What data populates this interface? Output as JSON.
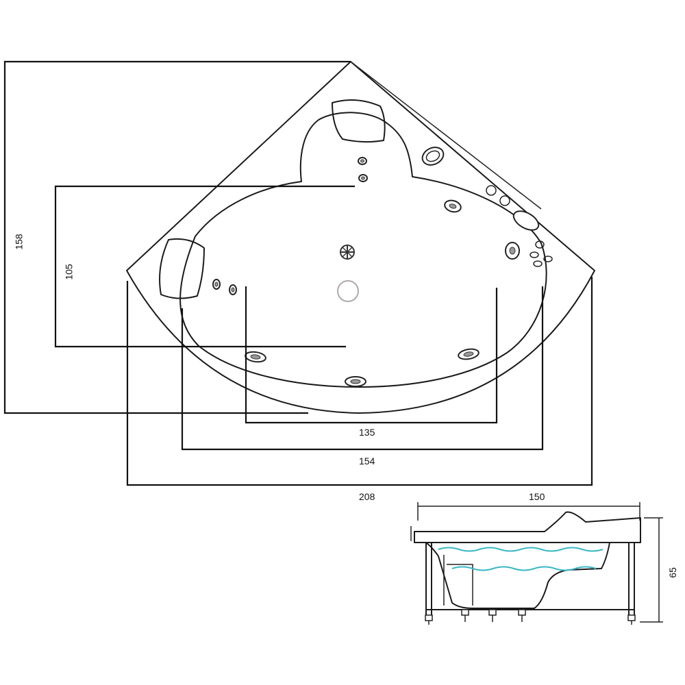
{
  "dimensions": {
    "d158": "158",
    "d105": "105",
    "d135": "135",
    "d154": "154",
    "d208": "208",
    "d150": "150",
    "d65": "65"
  },
  "colors": {
    "line": "#1a1a1a",
    "water": "#39b8c4",
    "drain": "#b0a8a8"
  }
}
